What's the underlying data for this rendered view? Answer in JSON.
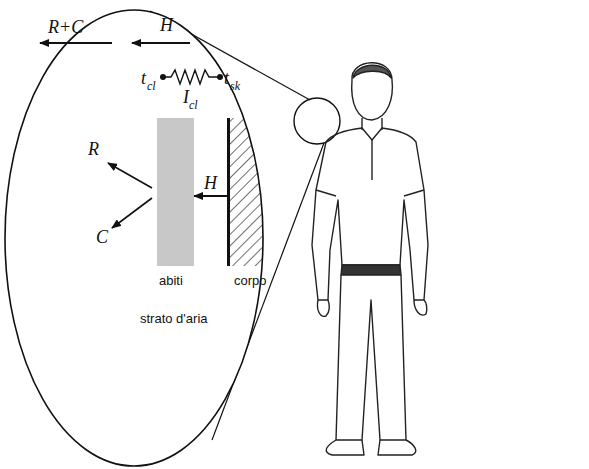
{
  "diagram": {
    "nodes": [
      {
        "text": [
          "abiti"
        ]
      },
      {
        "text": [
          "corpo"
        ]
      }
    ],
    "edges": [
      {
        "from": 1,
        "to": 0,
        "label": "H",
        "arrow": "to"
      }
    ],
    "labels": [
      "R+C",
      "H",
      "t",
      "cl",
      "t",
      "sk",
      "I",
      "cl",
      "R",
      "C",
      "strato d'aria"
    ]
  }
}
